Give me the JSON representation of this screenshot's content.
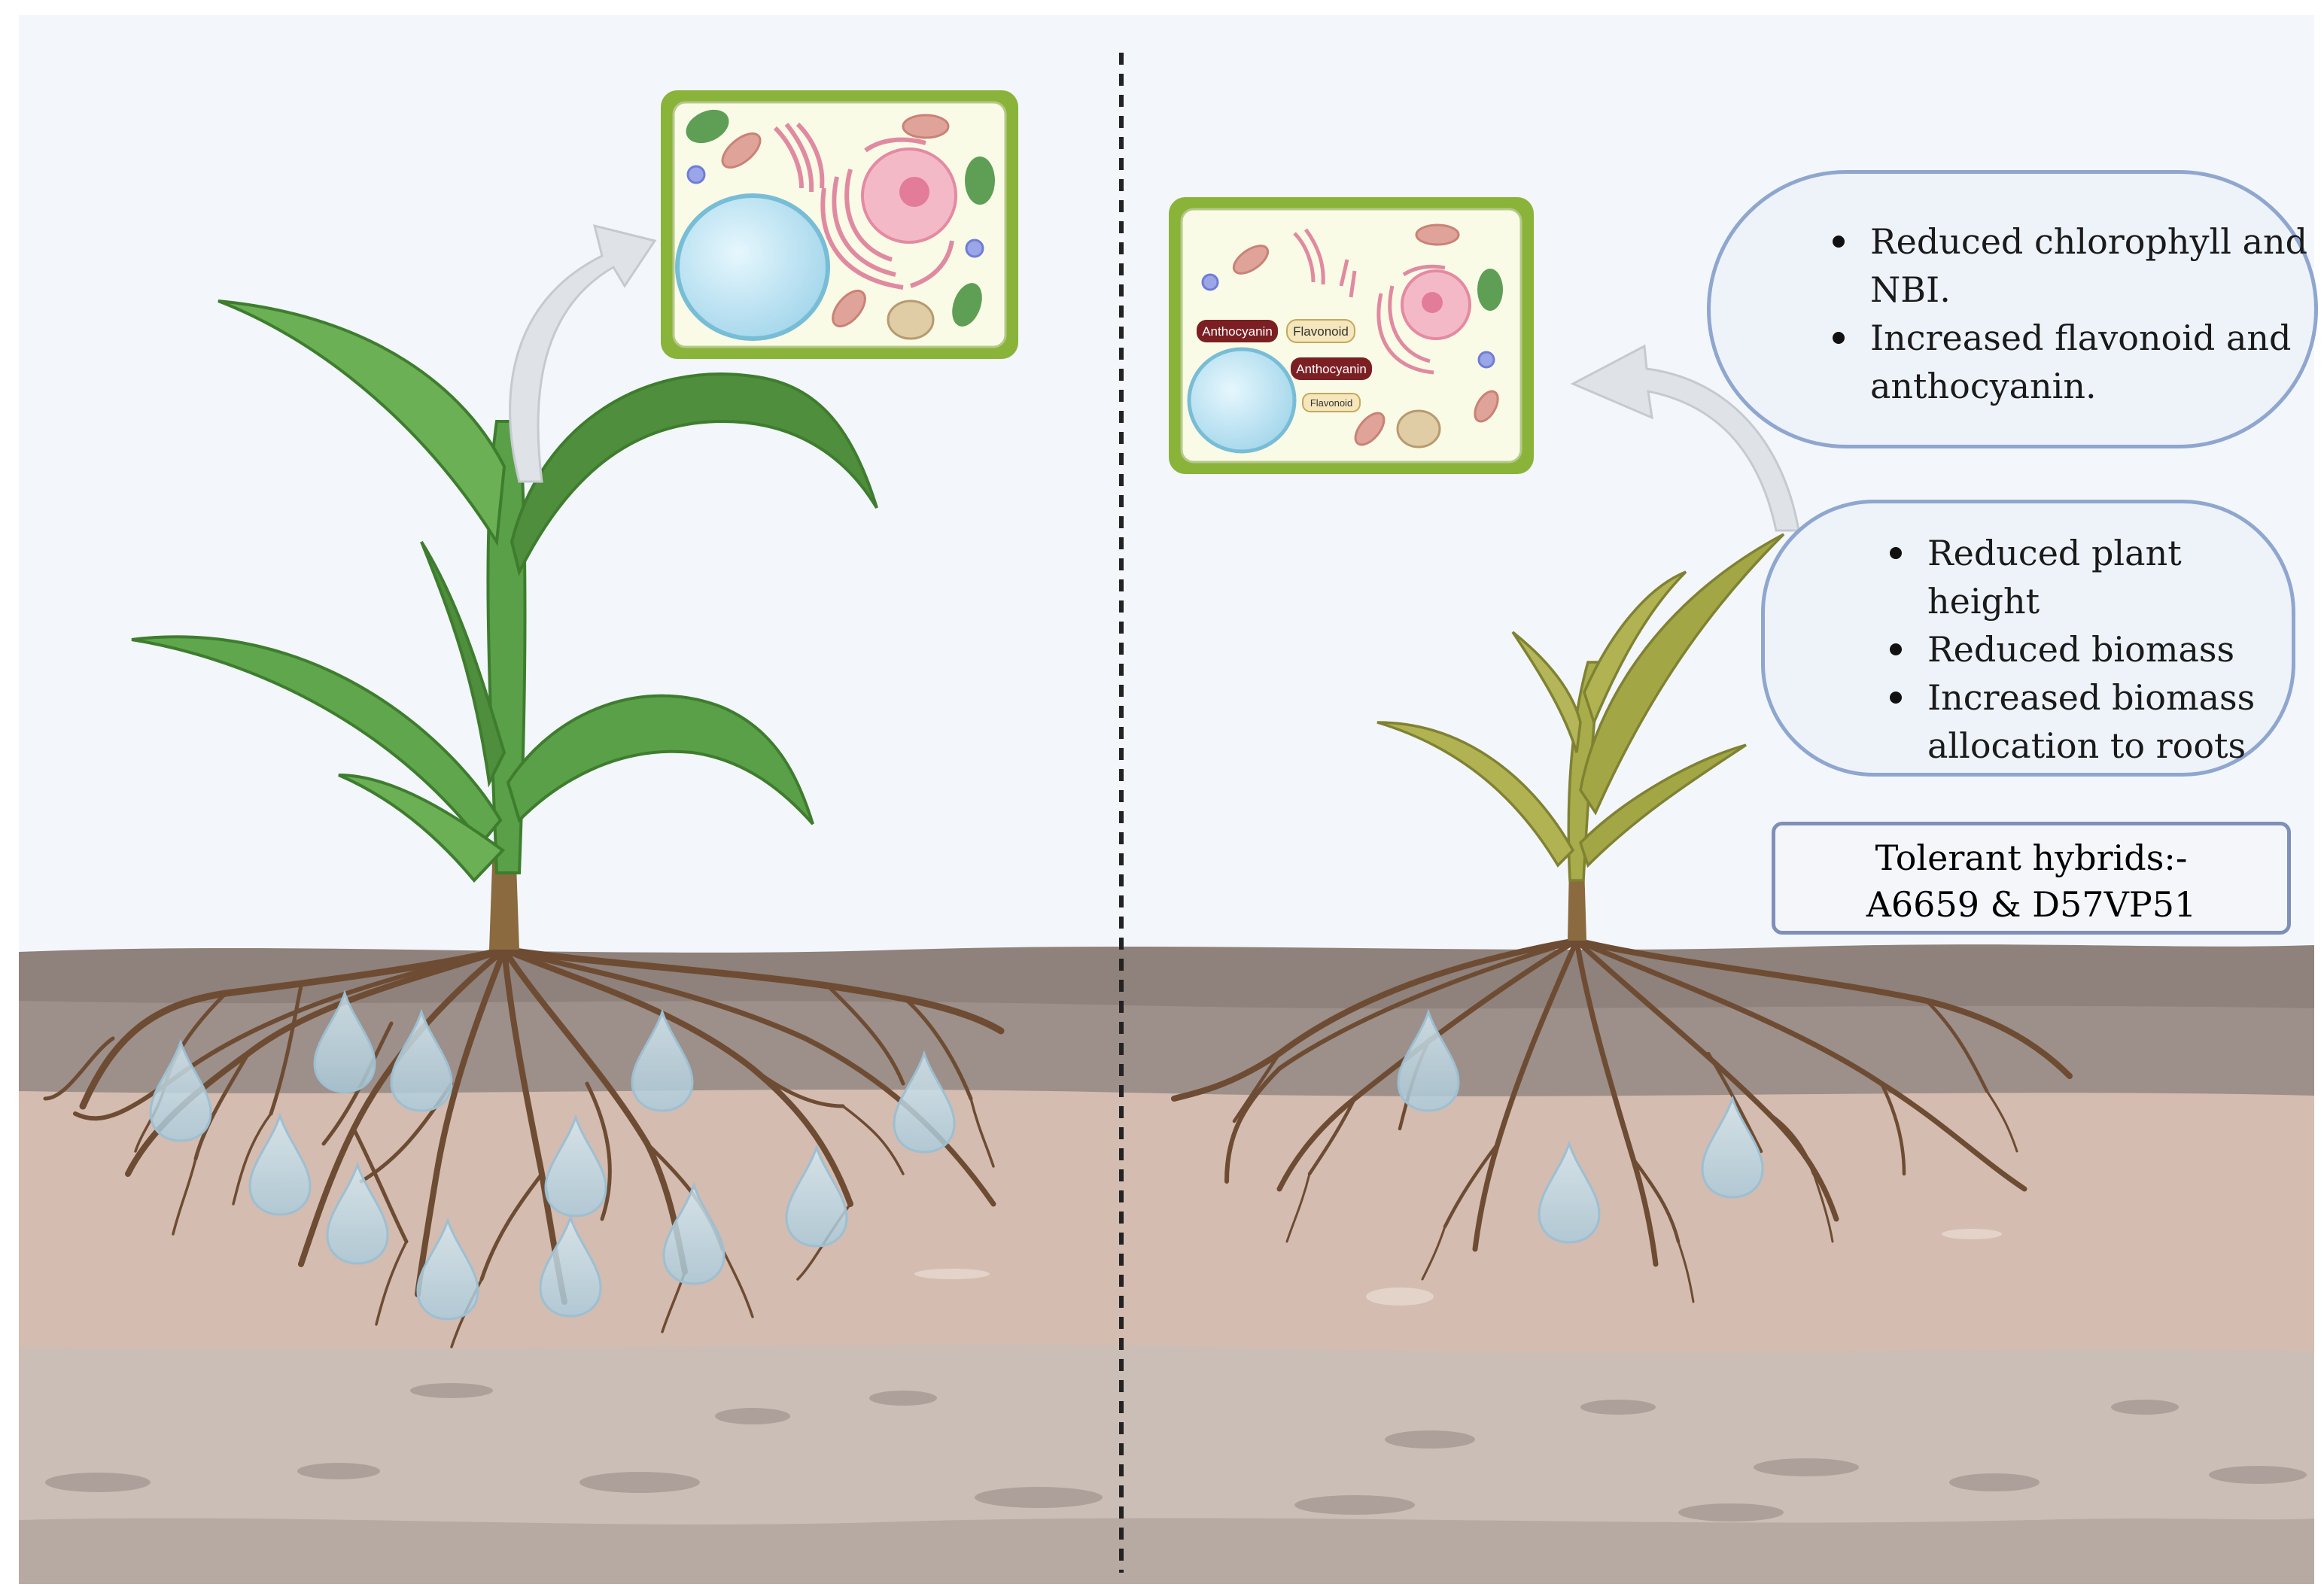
{
  "colors": {
    "sky": "#f3f7fb",
    "topsoil": "#8a7d78",
    "subsoil": "#cdb3a6",
    "bedrock": "#c4b8b1",
    "leaf_healthy": "#5aa048",
    "leaf_stressed": "#a9ac4a",
    "root": "#6d4c33",
    "water_drop": "#b9d9e8",
    "cell_border": "#8ab33a",
    "callout_border": "#8fa6cf"
  },
  "left_cell": {
    "icon": "plant-cell-icon"
  },
  "right_cell": {
    "icon": "plant-cell-stressed-icon",
    "tag_anthocyanin_1": "Anthocyanin",
    "tag_flavonoid_1": "Flavonoid",
    "tag_anthocyanin_2": "Anthocyanin",
    "tag_flavonoid_2": "Flavonoid"
  },
  "callout_top": {
    "items": [
      "Reduced chlorophyll and NBI.",
      "Increased flavonoid and anthocyanin."
    ]
  },
  "callout_mid": {
    "items": [
      "Reduced plant height",
      "Reduced biomass",
      "Increased biomass allocation to roots"
    ]
  },
  "hybrids": {
    "line1": "Tolerant hybrids:-",
    "line2": "A6659 & D57VP51"
  }
}
